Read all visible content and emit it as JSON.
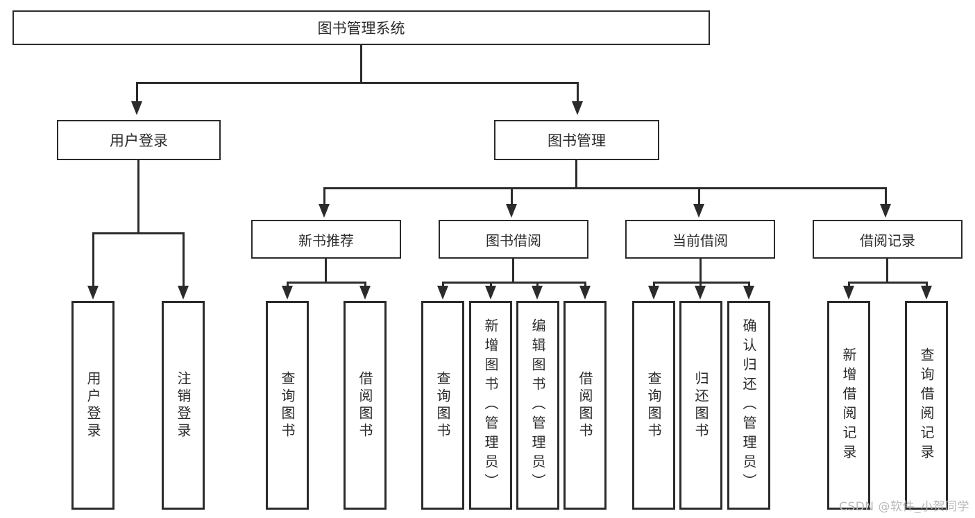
{
  "diagram": {
    "title": "图书管理系统",
    "type": "tree-hierarchy-diagram",
    "root": {
      "label": "图书管理系统"
    },
    "level2": [
      {
        "label": "用户登录"
      },
      {
        "label": "图书管理"
      }
    ],
    "level3": [
      {
        "label": "新书推荐"
      },
      {
        "label": "图书借阅"
      },
      {
        "label": "当前借阅"
      },
      {
        "label": "借阅记录"
      }
    ],
    "leaves": {
      "user_login": [
        {
          "label": "用户登录"
        },
        {
          "label": "注销登录"
        }
      ],
      "new_book_recommend": [
        {
          "label": "查询图书"
        },
        {
          "label": "借阅图书"
        }
      ],
      "book_borrow": [
        {
          "label": "查询图书"
        },
        {
          "label": "新增图书（管理员）"
        },
        {
          "label": "编辑图书（管理员）"
        },
        {
          "label": "借阅图书"
        }
      ],
      "current_borrow": [
        {
          "label": "查询图书"
        },
        {
          "label": "归还图书"
        },
        {
          "label": "确认归还（管理员）"
        }
      ],
      "borrow_record": [
        {
          "label": "新增借阅记录"
        },
        {
          "label": "查询借阅记录"
        }
      ]
    }
  },
  "watermark": {
    "text": "CSDN @软件_小贺同学"
  },
  "colors": {
    "stroke": "#2b2b2b",
    "background": "#ffffff",
    "text": "#2b2b2b",
    "watermark": "#b9b9b9"
  }
}
